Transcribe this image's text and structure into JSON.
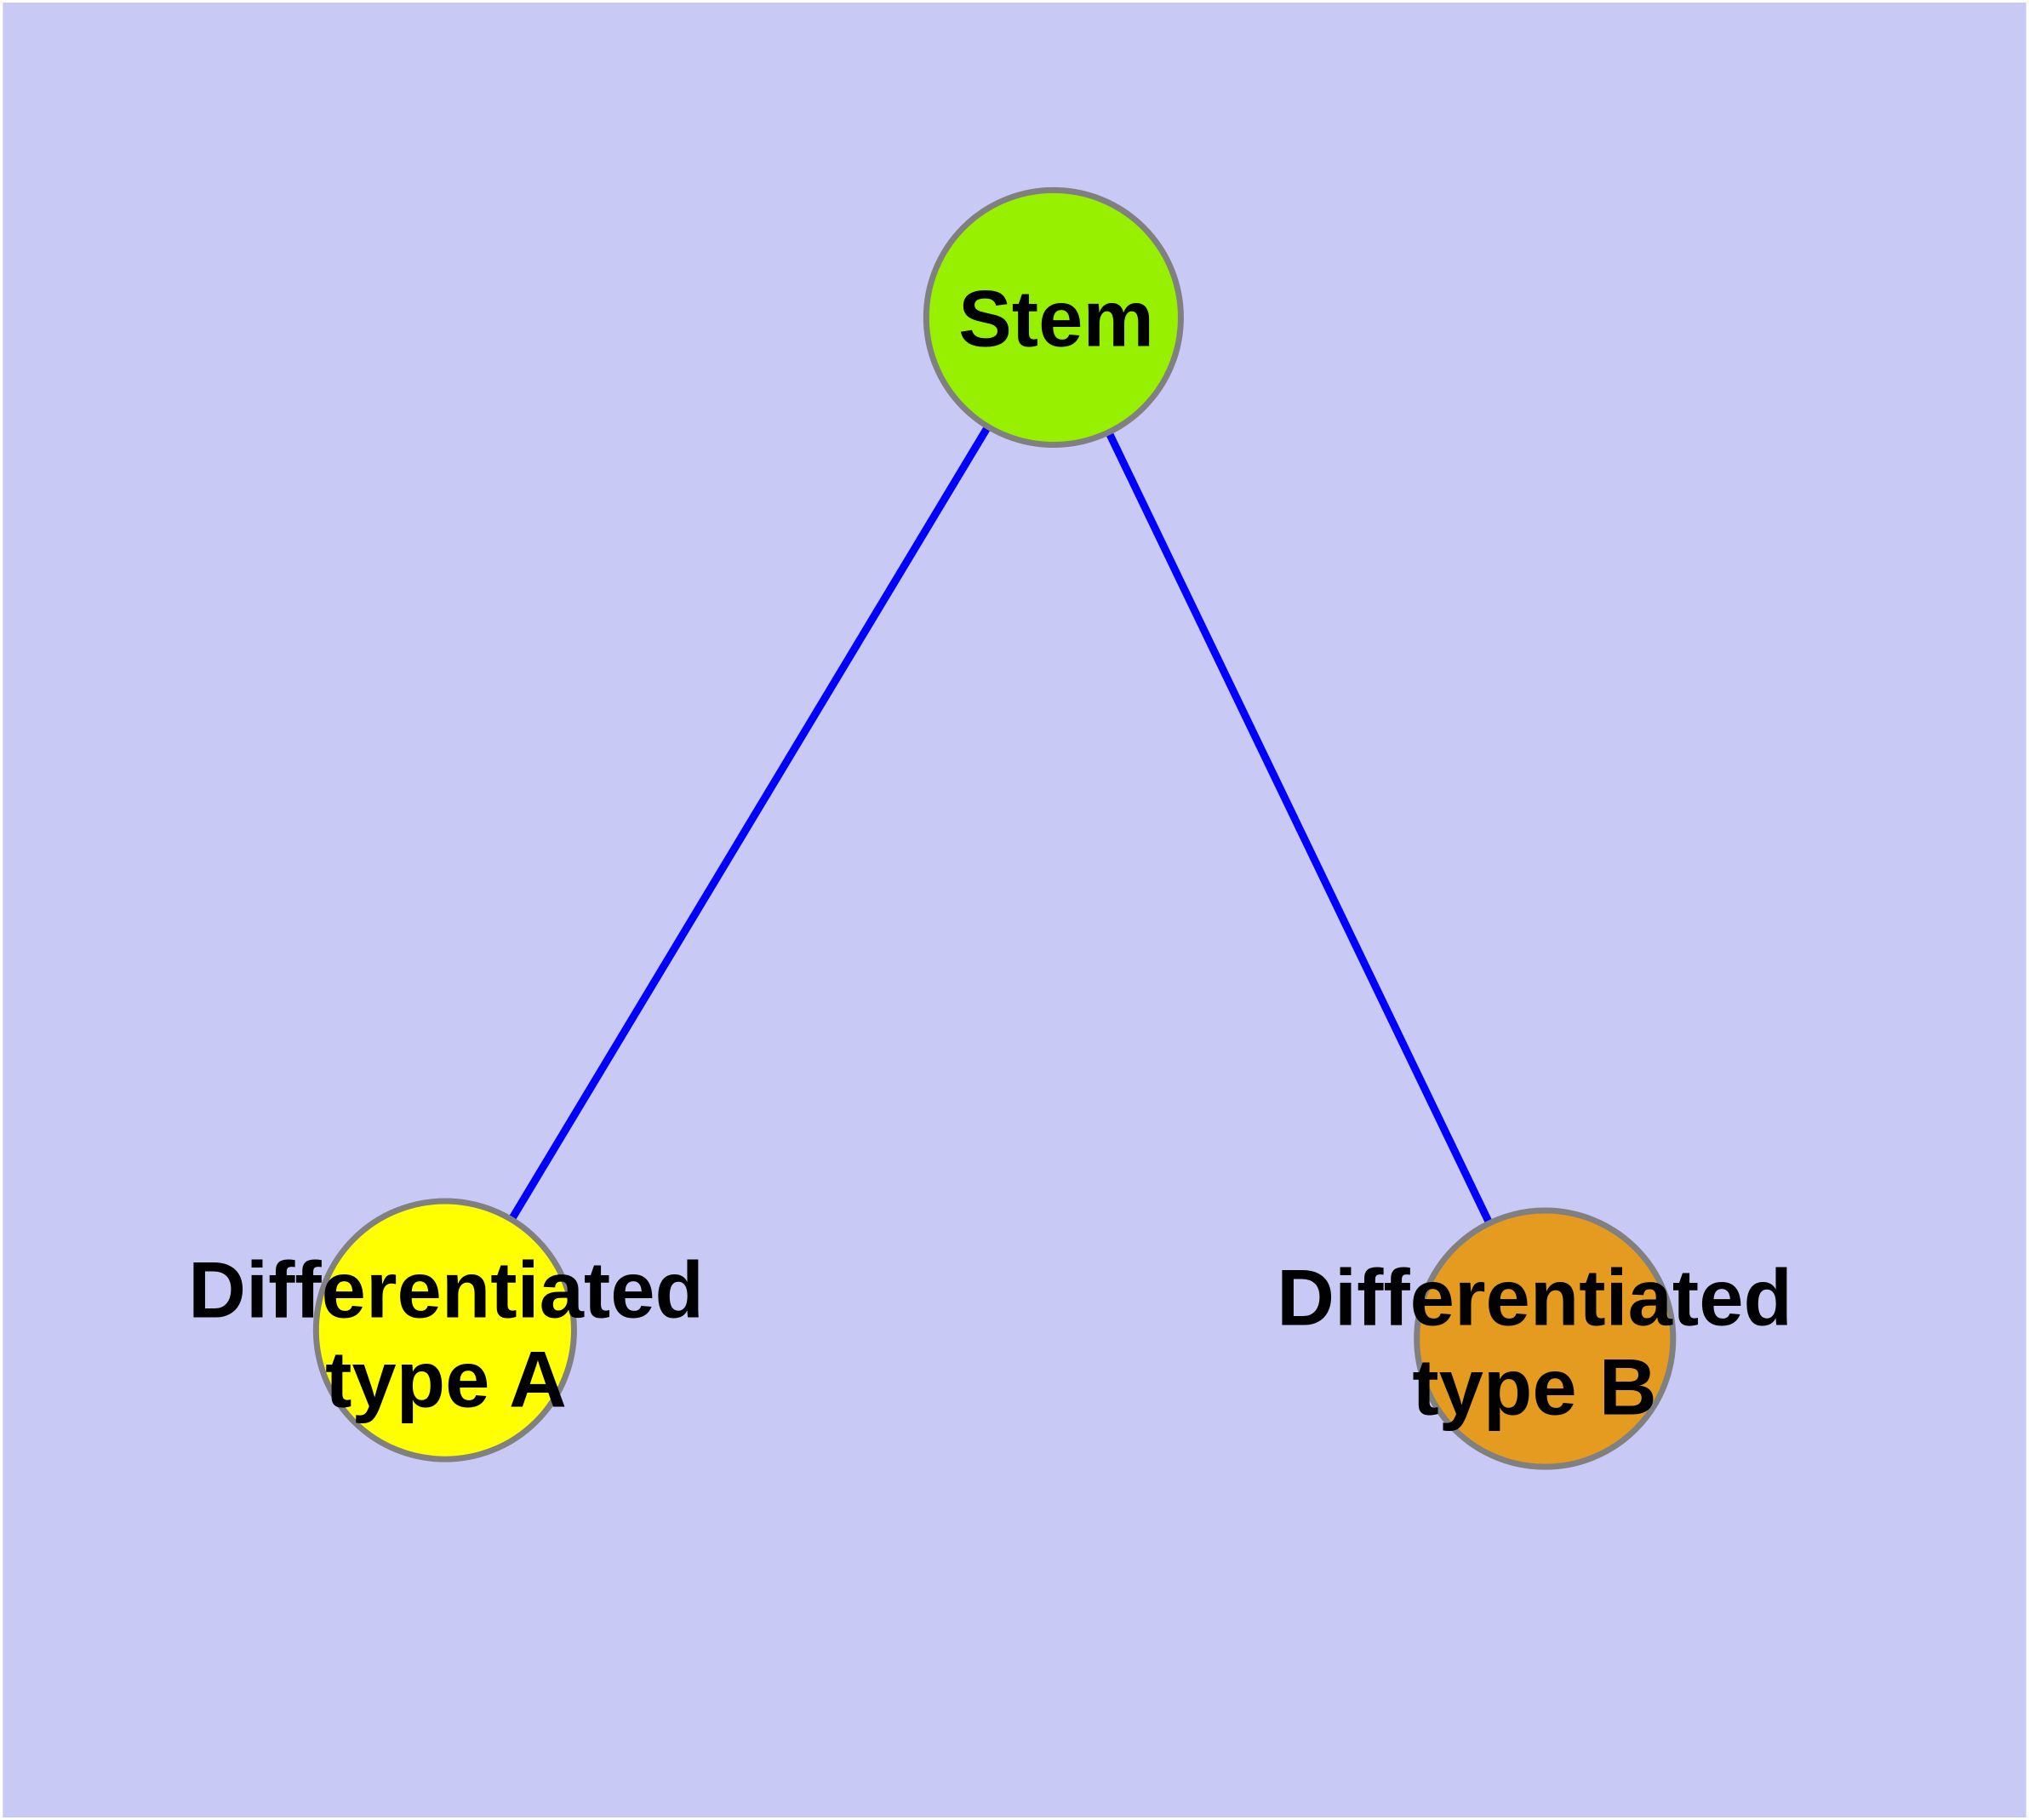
{
  "diagram": {
    "background_color": "#C9C9F5",
    "edge_color": "#0000FF",
    "node_border_color": "#808080",
    "label_color": "#000000",
    "nodes": [
      {
        "id": "stem",
        "label": "Stem",
        "fill": "#97F000"
      },
      {
        "id": "differentiated-type-a",
        "label_line1": "Differentiated",
        "label_line2": "type A",
        "fill": "#FFFF00"
      },
      {
        "id": "differentiated-type-b",
        "label_line1": "Differentiated",
        "label_line2": "type B",
        "fill": "#E49B1F"
      }
    ],
    "edges": [
      {
        "from": "stem",
        "to": "differentiated-type-a"
      },
      {
        "from": "stem",
        "to": "differentiated-type-b"
      }
    ]
  }
}
